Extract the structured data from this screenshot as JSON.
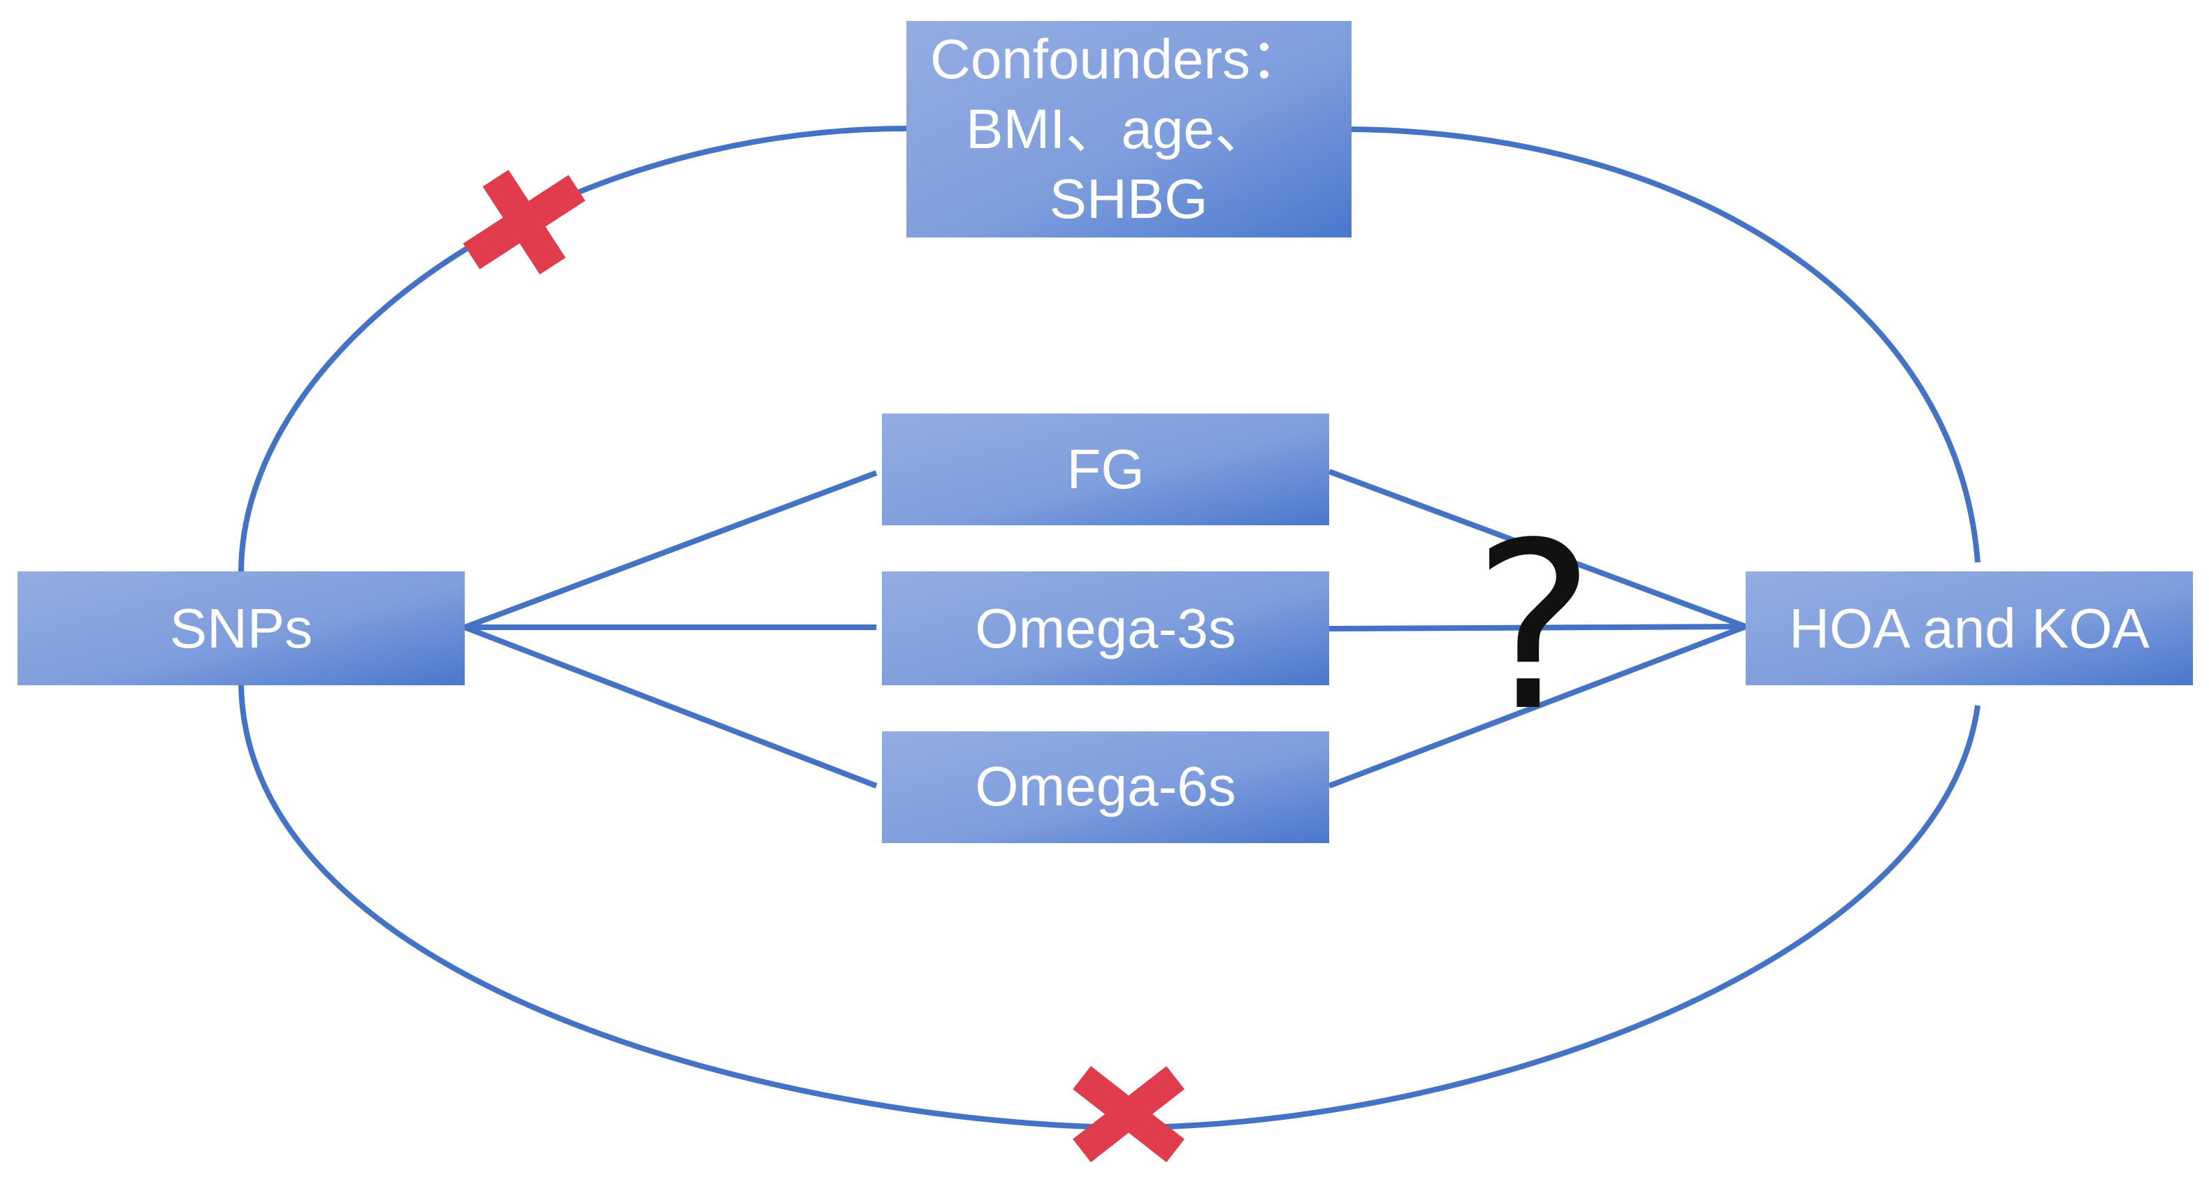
{
  "colors": {
    "box_light": "#94ACE2",
    "box_dark": "#4A78CC",
    "arrow": "#4472C4",
    "cross": "#E03C4E",
    "text": "#FFFFFF",
    "question": "#111111"
  },
  "nodes": {
    "confounders": {
      "line1": "Confounders：",
      "line2": "BMI、age、",
      "line3": "SHBG"
    },
    "snps": "SNPs",
    "fg": "FG",
    "omega3": "Omega-3s",
    "omega6": "Omega-6s",
    "outcome": "HOA and KOA"
  },
  "annotations": {
    "unknown_effect": "?",
    "blocked_paths_icon": "cross-icon"
  }
}
